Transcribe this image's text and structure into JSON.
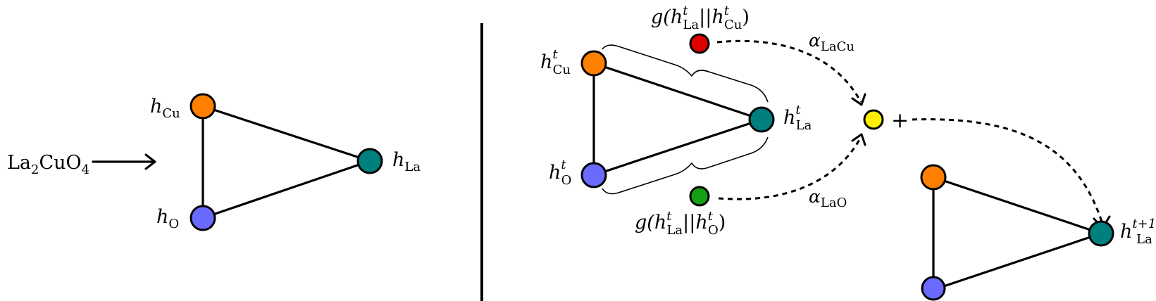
{
  "colors": {
    "cu": "#FF8000",
    "o": "#6A6AFF",
    "la": "#007F7F",
    "msg_cu": "#E00000",
    "msg_o": "#14A014",
    "aggregate": "#FFF000",
    "stroke": "#000000"
  },
  "input": {
    "formula_la": "La",
    "formula_sub1": "2",
    "formula_cuo": "CuO",
    "formula_sub2": "4"
  },
  "left_graph": {
    "cu_h": "h",
    "cu_sub": "Cu",
    "o_h": "h",
    "o_sub": "O",
    "la_h": "h",
    "la_sub": "La"
  },
  "right_graph": {
    "cu_h": "h",
    "cu_sup": "t",
    "cu_sub": "Cu",
    "o_h": "h",
    "o_sup": "t",
    "o_sub": "O",
    "la_h": "h",
    "la_sup": "t",
    "la_sub": "La"
  },
  "messages": {
    "top_g": "g(",
    "top_h1": "h",
    "top_h1_sup": "t",
    "top_h1_sub": "La",
    "top_sep": "||",
    "top_h2": "h",
    "top_h2_sup": "t",
    "top_h2_sub": "Cu",
    "top_close": ")",
    "bottom_g": "g(",
    "bottom_h1": "h",
    "bottom_h1_sup": "t",
    "bottom_h1_sub": "La",
    "bottom_sep": "||",
    "bottom_h2": "h",
    "bottom_h2_sup": "t",
    "bottom_h2_sub": "O",
    "bottom_close": ")",
    "alpha_cu": "α",
    "alpha_cu_sub": "LaCu",
    "alpha_o": "α",
    "alpha_o_sub": "LaO",
    "plus": "+"
  },
  "output": {
    "la_h": "h",
    "la_sup": "t+1",
    "la_sub": "La"
  }
}
